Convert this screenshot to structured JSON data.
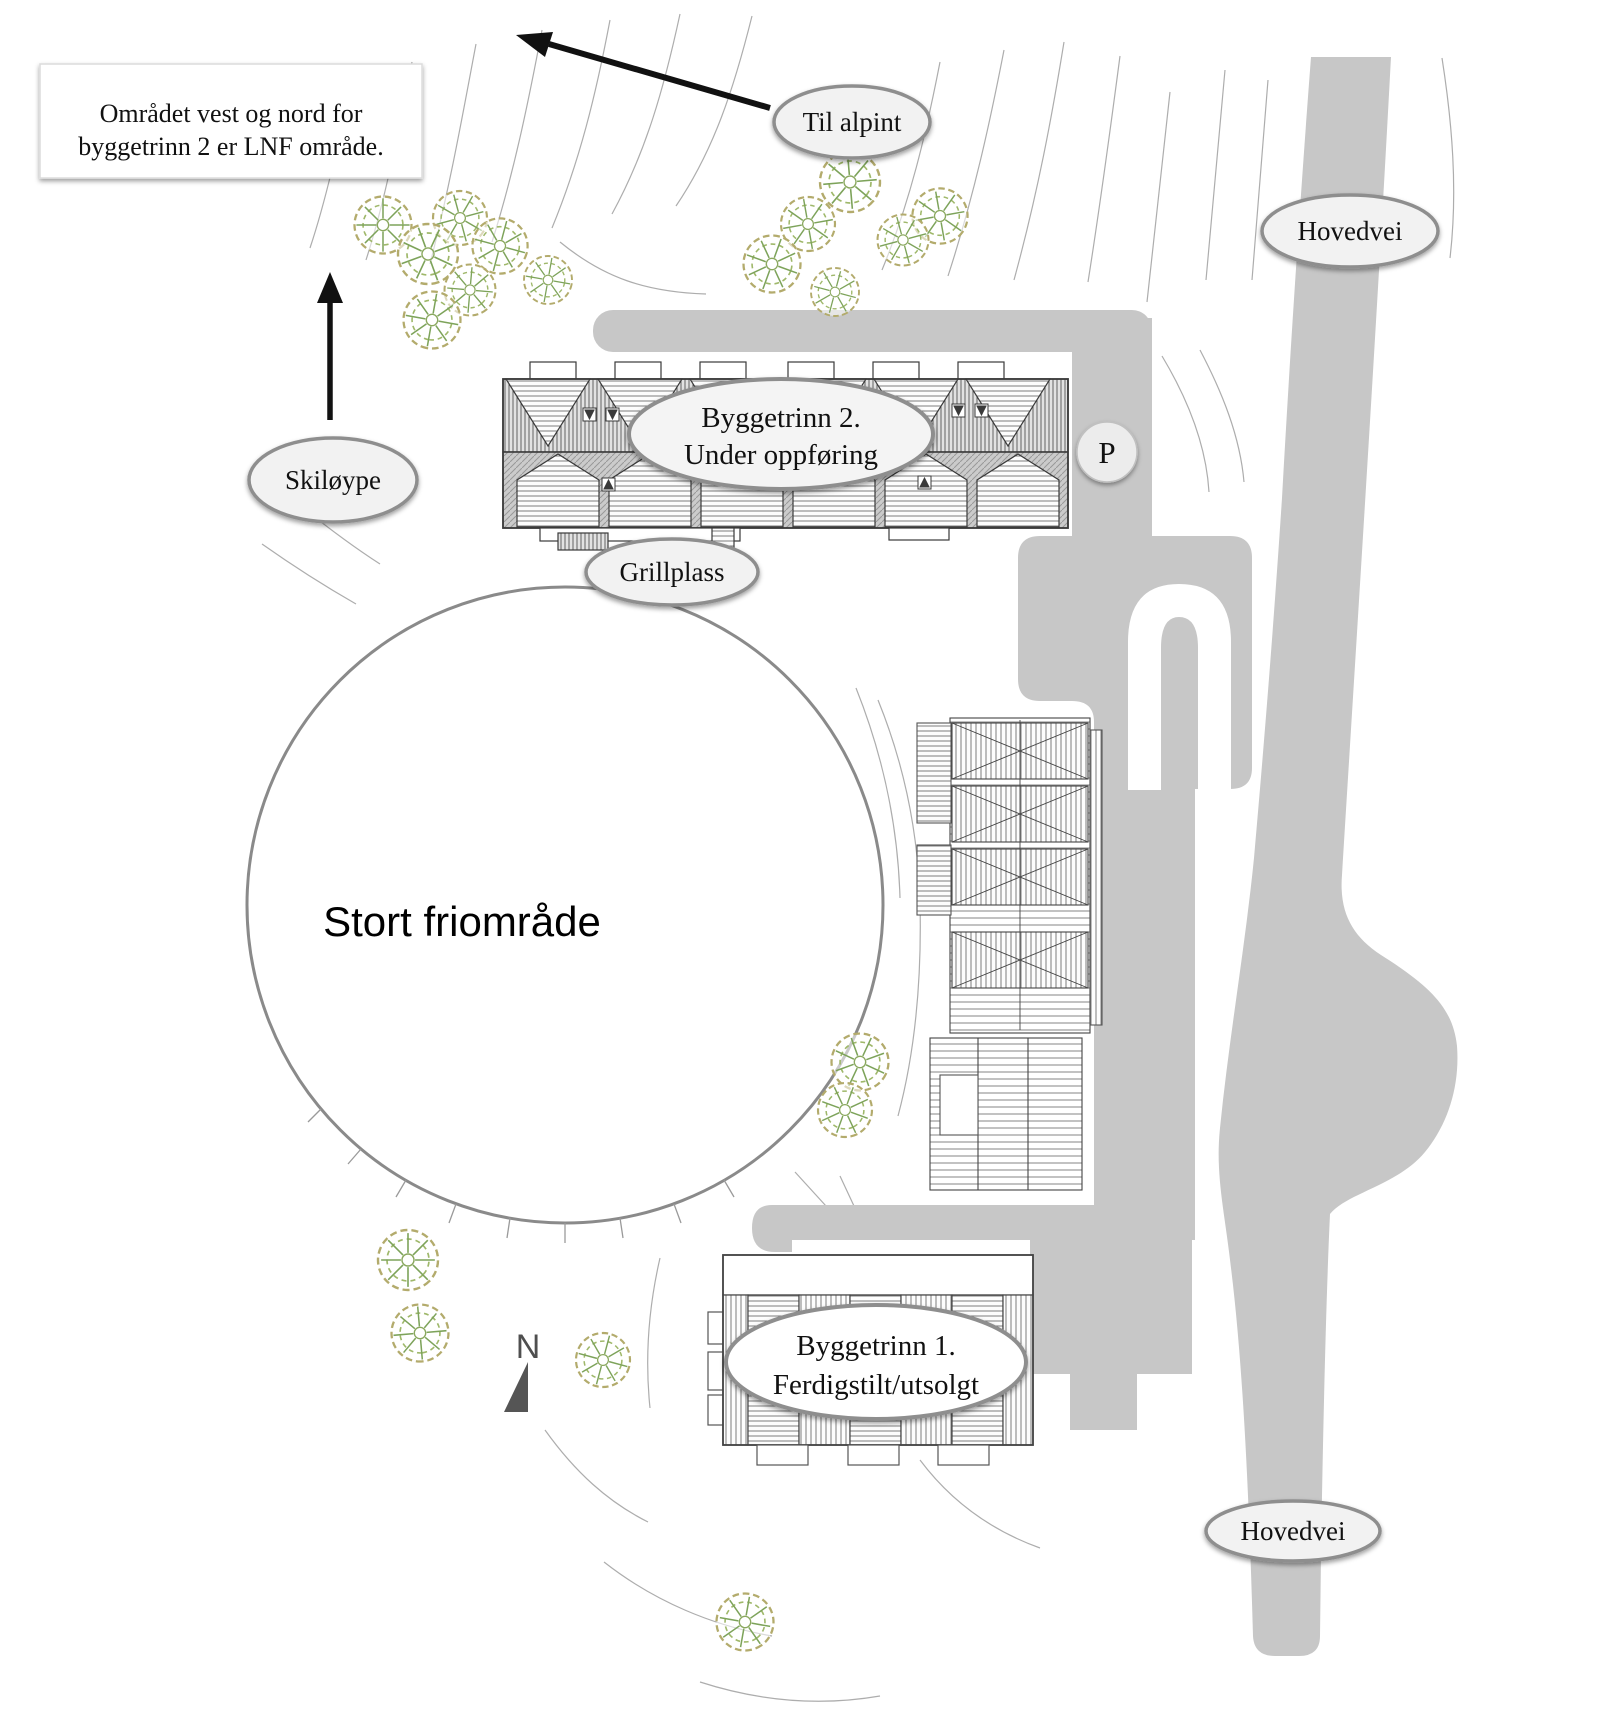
{
  "note": {
    "line1": "Området vest og nord for",
    "line2": "byggetrinn 2 er LNF område."
  },
  "labels": {
    "til_alpint": "Til alpint",
    "hovedvei_top": "Hovedvei",
    "skiloype": "Skiløype",
    "byggetrinn2_line1": "Byggetrinn 2.",
    "byggetrinn2_line2": "Under oppføring",
    "parking": "P",
    "grillplass": "Grillplass",
    "friomrade": "Stort friområde",
    "byggetrinn1_line1": "Byggetrinn 1.",
    "byggetrinn1_line2": "Ferdigstilt/utsolgt",
    "hovedvei_bottom": "Hovedvei",
    "north": "N"
  },
  "colors": {
    "road": "#c7c7c7",
    "label_fill": "#f2f2f2",
    "label_stroke": "#8e8e8e",
    "contour": "#adadad",
    "building_stroke": "#3a3a3a",
    "tree_olive": "#b3ab6c",
    "tree_green": "#7da35a",
    "arrow": "#111111"
  }
}
